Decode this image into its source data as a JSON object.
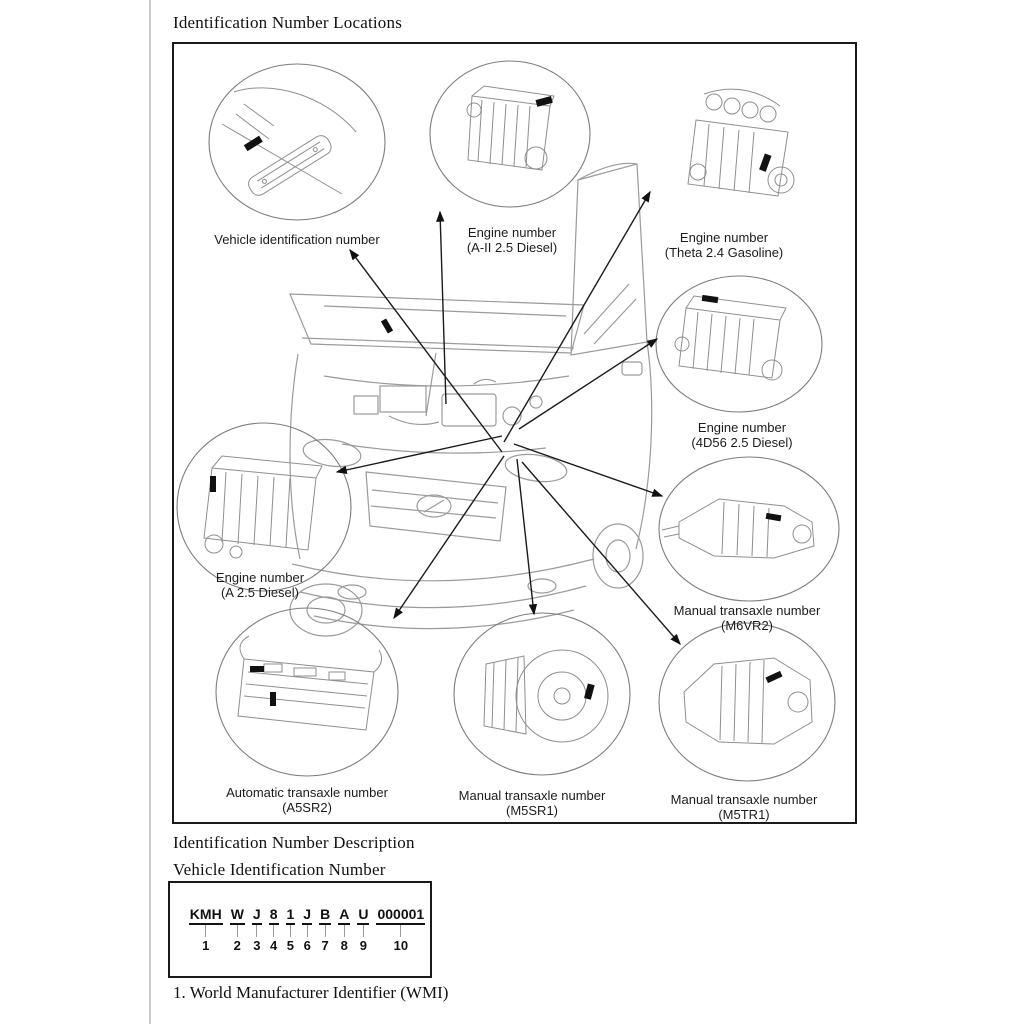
{
  "page": {
    "section1_title": "Identification Number Locations",
    "section2_title": "Identification Number Description",
    "subsection_title": "Vehicle Identification Number",
    "footnote": "1. World Manufacturer Identifier (WMI)"
  },
  "figure": {
    "callouts": [
      {
        "id": "vin-location",
        "line1": "Vehicle identification number",
        "line2": ""
      },
      {
        "id": "engine-a2",
        "line1": "Engine number",
        "line2": "(A-II 2.5 Diesel)"
      },
      {
        "id": "engine-theta",
        "line1": "Engine number",
        "line2": "(Theta 2.4 Gasoline)"
      },
      {
        "id": "engine-4d56",
        "line1": "Engine number",
        "line2": "(4D56 2.5 Diesel)"
      },
      {
        "id": "engine-a",
        "line1": "Engine number",
        "line2": "(A 2.5 Diesel)"
      },
      {
        "id": "mt-m6vr2",
        "line1": "Manual transaxle number",
        "line2": "(M6VR2)"
      },
      {
        "id": "at-a5sr2",
        "line1": "Automatic transaxle number",
        "line2": "(A5SR2)"
      },
      {
        "id": "mt-m5sr1",
        "line1": "Manual transaxle number",
        "line2": "(M5SR1)"
      },
      {
        "id": "mt-m5tr1",
        "line1": "Manual transaxle number",
        "line2": "(M5TR1)"
      }
    ]
  },
  "vin": {
    "groups": [
      {
        "chars": "KMH",
        "num": "1"
      },
      {
        "chars": "W",
        "num": "2"
      },
      {
        "chars": "J",
        "num": "3"
      },
      {
        "chars": "8",
        "num": "4"
      },
      {
        "chars": "1",
        "num": "5"
      },
      {
        "chars": "J",
        "num": "6"
      },
      {
        "chars": "B",
        "num": "7"
      },
      {
        "chars": "A",
        "num": "8"
      },
      {
        "chars": "U",
        "num": "9"
      },
      {
        "chars": "000001",
        "num": "10"
      }
    ]
  },
  "colors": {
    "line_art": "#999999",
    "detail_art": "#8f8f8f",
    "border": "#1a1a1a",
    "page_edge": "#c9c9c9",
    "marker": "#111111"
  }
}
